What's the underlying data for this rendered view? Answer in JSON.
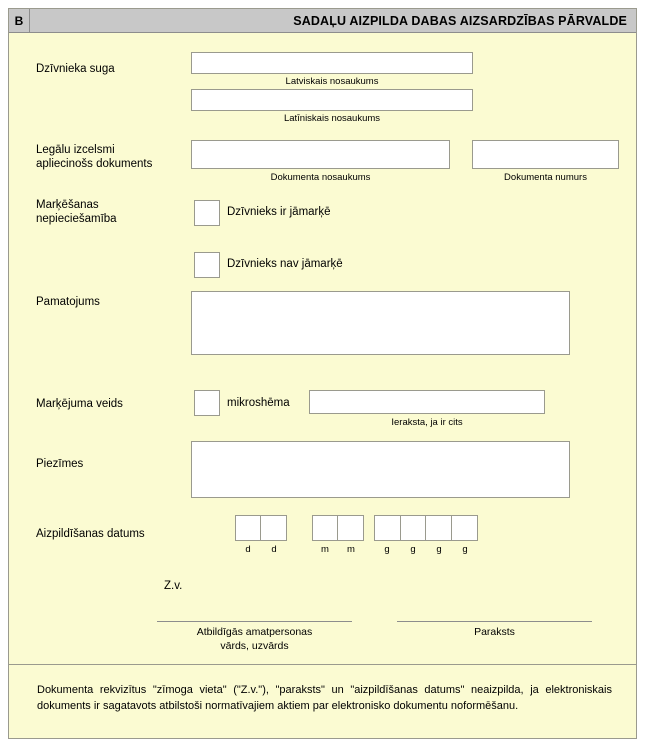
{
  "header": {
    "section_letter": "B",
    "title": "SADAĻU AIZPILDA DABAS AIZSARDZĪBAS PĀRVALDE"
  },
  "fields": {
    "species": {
      "label": "Dzīvnieka suga",
      "latvian_caption": "Latviskais nosaukums",
      "latin_caption": "Latīniskais nosaukums",
      "latvian_value": "",
      "latin_value": ""
    },
    "document": {
      "label": "Legālu izcelsmi\napliecinošs dokuments",
      "name_caption": "Dokumenta nosaukums",
      "number_caption": "Dokumenta numurs",
      "name_value": "",
      "number_value": ""
    },
    "marking_need": {
      "label": "Marķēšanas\nnepieciešamība",
      "option_yes": "Dzīvnieks ir jāmarķē",
      "option_no": "Dzīvnieks nav jāmarķē"
    },
    "justification": {
      "label": "Pamatojums",
      "value": ""
    },
    "marking_type": {
      "label": "Marķējuma veids",
      "option_microchip": "mikroshēma",
      "other_caption": "Ieraksta, ja ir cits",
      "other_value": ""
    },
    "notes": {
      "label": "Piezīmes",
      "value": ""
    },
    "fill_date": {
      "label": "Aizpildīšanas datums",
      "day_caption": "d",
      "month_caption": "m",
      "year_caption": "g",
      "day_cells": [
        "",
        ""
      ],
      "month_cells": [
        "",
        ""
      ],
      "year_cells": [
        "",
        "",
        "",
        ""
      ]
    }
  },
  "signature": {
    "stamp_place": "Z.v.",
    "official_caption": "Atbildīgās amatpersonas\nvārds, uzvārds",
    "signature_caption": "Paraksts"
  },
  "footnote": {
    "text": "Dokumenta rekvizītus \"zīmoga vieta\" (\"Z.v.\"), \"paraksts\" un \"aizpildīšanas datums\" neaizpilda, ja elektroniskais dokuments ir sagatavots atbilstoši normatīvajiem aktiem par elektronisko dokumentu noformēšanu."
  },
  "colors": {
    "sheet_background": "#fbfbd2",
    "header_background": "#c8c8c8",
    "border": "#9a9a8e",
    "field_background": "#ffffff"
  }
}
